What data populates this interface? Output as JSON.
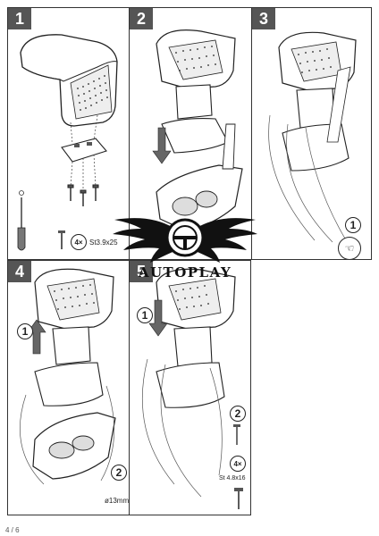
{
  "steps": [
    {
      "number": "1"
    },
    {
      "number": "2"
    },
    {
      "number": "3"
    },
    {
      "number": "4"
    },
    {
      "number": "5"
    }
  ],
  "step1": {
    "screw_qty": "4×",
    "screw_spec": "St3.9x25"
  },
  "step3": {
    "callout": "1"
  },
  "step4": {
    "callout_1": "1",
    "callout_2": "2",
    "drill_size": "ø13mm"
  },
  "step5": {
    "callout_1": "1",
    "callout_2": "2",
    "screw_qty": "4×",
    "screw_spec": "St 4.8x16"
  },
  "logo": {
    "brand": "AUTOPLAY"
  },
  "footer": {
    "page": "4 / 6"
  }
}
